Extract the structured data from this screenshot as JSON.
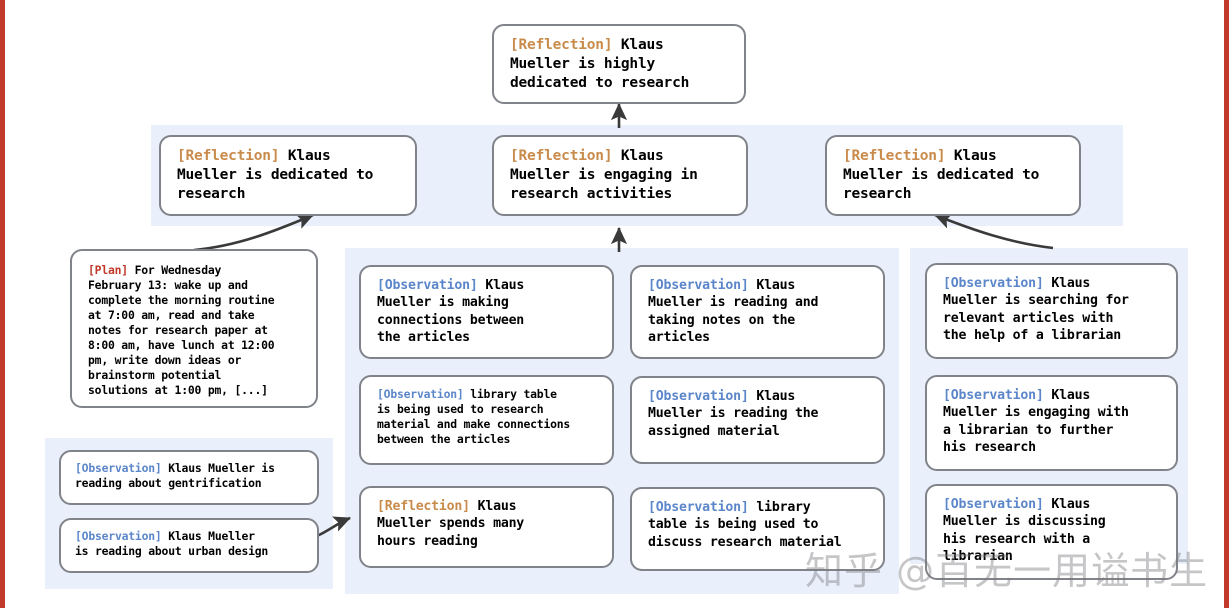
{
  "colors": {
    "panel_bg": "#e9f0fb",
    "node_border": "#808389",
    "tag_reflection": "#c98b4b",
    "tag_plan": "#c0392b",
    "tag_observation": "#5b86c9",
    "page_border": "#c0392b",
    "arrow": "#3a3a3a"
  },
  "tags": {
    "reflection": "[Reflection]",
    "plan": "[Plan]",
    "observation": "[Observation]"
  },
  "nodes": {
    "root_reflection": {
      "tag": "[Reflection]",
      "text": " Klaus\nMueller is highly\ndedicated to research"
    },
    "reflection_left": {
      "tag": "[Reflection]",
      "text": " Klaus\nMueller is dedicated to\nresearch"
    },
    "reflection_mid": {
      "tag": "[Reflection]",
      "text": " Klaus\nMueller is engaging in\nresearch activities"
    },
    "reflection_right": {
      "tag": "[Reflection]",
      "text": " Klaus\nMueller is dedicated to\nresearch"
    },
    "plan": {
      "tag": "[Plan]",
      "text": " For Wednesday\nFebruary 13: wake up and\ncomplete the morning routine\nat 7:00 am, read and take\nnotes for research paper at\n8:00 am, have lunch at 12:00\npm, write down ideas or\nbrainstorm potential\nsolutions at 1:00 pm, [...]"
    },
    "obs_gentrification": {
      "tag": "[Observation]",
      "text": " Klaus Mueller is\nreading about gentrification"
    },
    "obs_urban_design": {
      "tag": "[Observation]",
      "text": " Klaus Mueller\nis reading about urban design"
    },
    "col1_obs_connections": {
      "tag": "[Observation]",
      "text": " Klaus\nMueller is making\nconnections between\nthe articles"
    },
    "col1_obs_library_table": {
      "tag": "[Observation]",
      "text": " library table\nis being used to research\nmaterial and make connections\nbetween the articles"
    },
    "col1_reflection_hours": {
      "tag": "[Reflection]",
      "text": " Klaus\nMueller spends many\nhours reading"
    },
    "col2_obs_reading_notes": {
      "tag": "[Observation]",
      "text": " Klaus\nMueller is reading and\ntaking notes on the\narticles"
    },
    "col2_obs_assigned": {
      "tag": "[Observation]",
      "text": " Klaus\nMueller is reading the\nassigned material"
    },
    "col2_obs_discuss": {
      "tag": "[Observation]",
      "text": " library\ntable is being used to\ndiscuss research material"
    },
    "col3_obs_searching": {
      "tag": "[Observation]",
      "text": " Klaus\nMueller is searching for\nrelevant articles with\nthe help of a librarian"
    },
    "col3_obs_engaging": {
      "tag": "[Observation]",
      "text": " Klaus\nMueller is engaging with\na librarian to further\nhis research"
    },
    "col3_obs_discussing": {
      "tag": "[Observation]",
      "text": " Klaus\nMueller is discussing\nhis research with a\nlibrarian"
    }
  },
  "watermark": {
    "text": "知乎 @百无一用谥书生"
  }
}
